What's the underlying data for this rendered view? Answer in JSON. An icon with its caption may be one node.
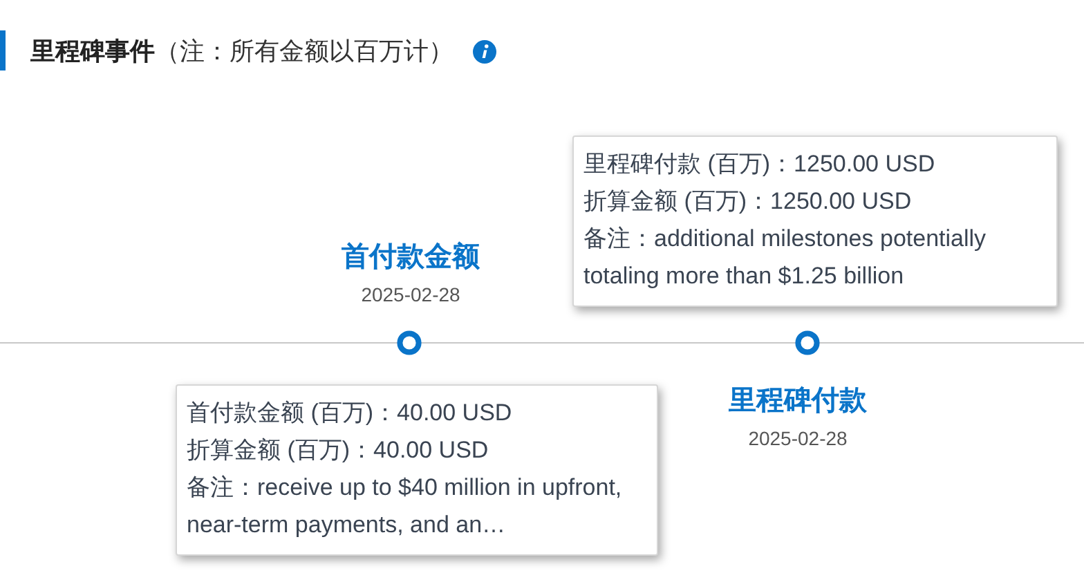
{
  "diagram": {
    "title": "**里程碑事件**（注：所有金额以百万计）",
    "nodes": [
      {
        "text": [],
        "shape": "circle",
        "beside": [
          "首付款金额",
          "2025-02-28"
        ]
      },
      {
        "text": [
          "首付款金额 (百万)：40.00 USD",
          "折算金额 (百万)：40.00 USD",
          "备注：receive up to $40 million in upfront, near-term payments, and an…"
        ]
      },
      {
        "text": [],
        "shape": "circle",
        "beside": [
          "里程碑付款",
          "2025-02-28"
        ]
      },
      {
        "text": [
          "里程碑付款 (百万)：1250.00 USD",
          "折算金额 (百万)：1250.00 USD",
          "备注：additional milestones potentially totaling more than $1.25 billion"
        ]
      }
    ]
  }
}
